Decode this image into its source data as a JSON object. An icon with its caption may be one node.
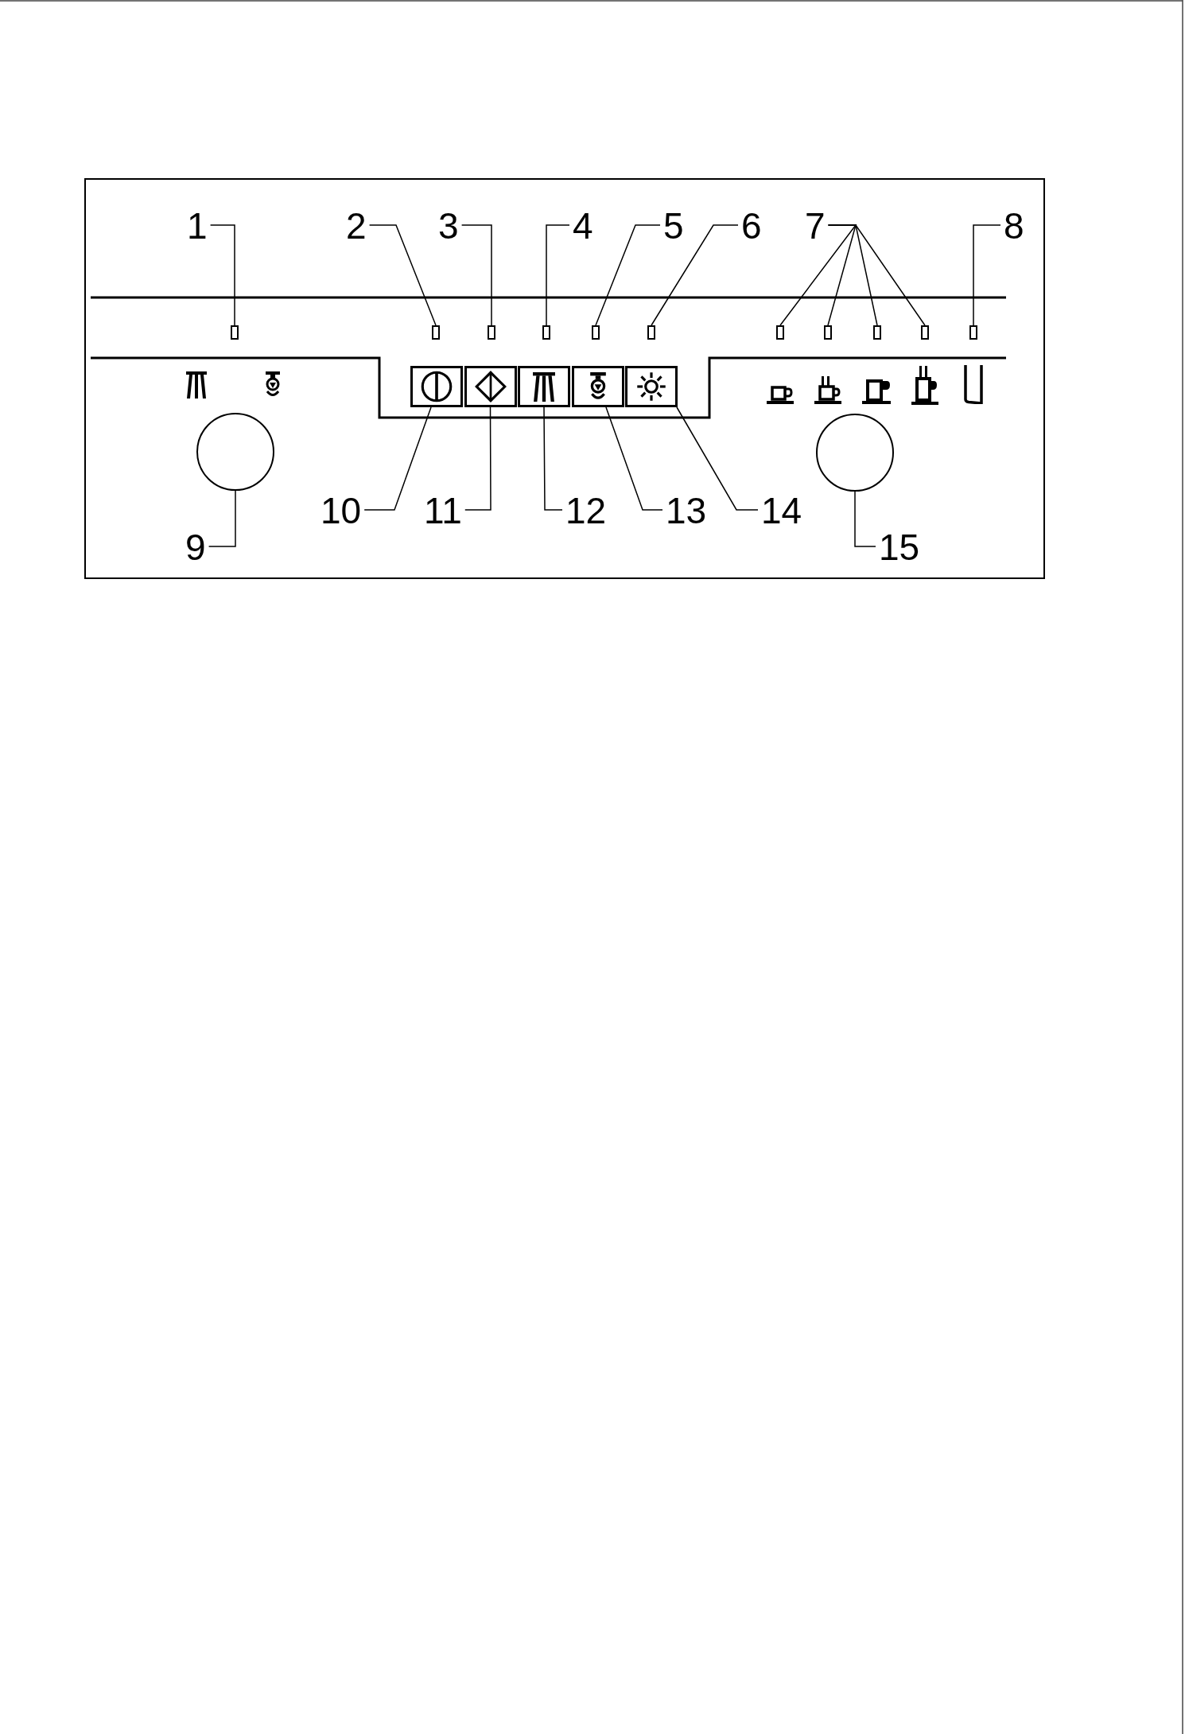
{
  "diagram": {
    "nodes": [
      {
        "text": [
          "1"
        ]
      },
      {
        "text": [
          "2"
        ]
      },
      {
        "text": [
          "3"
        ]
      },
      {
        "text": [
          "4"
        ]
      },
      {
        "text": [
          "5"
        ]
      },
      {
        "text": [
          "6"
        ]
      },
      {
        "text": [
          "7"
        ]
      },
      {
        "text": [
          "8"
        ]
      },
      {
        "text": [
          "9"
        ]
      },
      {
        "text": [
          "10"
        ]
      },
      {
        "text": [
          "11"
        ]
      },
      {
        "text": [
          "12"
        ]
      },
      {
        "text": [
          "13"
        ]
      },
      {
        "text": [
          "14"
        ]
      },
      {
        "text": [
          "15"
        ]
      },
      {
        "text": [],
        "shape": "box"
      },
      {
        "text": [],
        "shape": "box"
      },
      {
        "text": [],
        "shape": "box"
      },
      {
        "text": [],
        "shape": "box"
      },
      {
        "text": [],
        "shape": "box"
      },
      {
        "text": [],
        "shape": "box"
      },
      {
        "text": [],
        "shape": "box"
      },
      {
        "text": [],
        "shape": "box"
      },
      {
        "text": [],
        "shape": "box"
      },
      {
        "text": [],
        "shape": "box"
      },
      {
        "text": [],
        "shape": "box"
      },
      {
        "text": [],
        "shape": "circle"
      },
      {
        "text": [],
        "shape": "box"
      },
      {
        "text": [],
        "shape": "box"
      },
      {
        "text": [],
        "shape": "box"
      },
      {
        "text": [],
        "shape": "box"
      },
      {
        "text": [],
        "shape": "box"
      },
      {
        "text": [],
        "shape": "circle"
      }
    ],
    "edges": [
      {
        "from": 0,
        "to": 15,
        "arrow": "none"
      },
      {
        "from": 1,
        "to": 16,
        "arrow": "none"
      },
      {
        "from": 2,
        "to": 17,
        "arrow": "none"
      },
      {
        "from": 3,
        "to": 18,
        "arrow": "none"
      },
      {
        "from": 4,
        "to": 19,
        "arrow": "none"
      },
      {
        "from": 5,
        "to": 20,
        "arrow": "none"
      },
      {
        "from": 6,
        "to": 21,
        "arrow": "none"
      },
      {
        "from": 6,
        "to": 22,
        "arrow": "none"
      },
      {
        "from": 6,
        "to": 23,
        "arrow": "none"
      },
      {
        "from": 6,
        "to": 24,
        "arrow": "none"
      },
      {
        "from": 7,
        "to": 25,
        "arrow": "none"
      },
      {
        "from": 8,
        "to": 26,
        "arrow": "none"
      },
      {
        "from": 9,
        "to": 27,
        "arrow": "none"
      },
      {
        "from": 10,
        "to": 28,
        "arrow": "none"
      },
      {
        "from": 11,
        "to": 29,
        "arrow": "none"
      },
      {
        "from": 12,
        "to": 30,
        "arrow": "none"
      },
      {
        "from": 13,
        "to": 31,
        "arrow": "none"
      },
      {
        "from": 14,
        "to": 32,
        "arrow": "none"
      }
    ]
  }
}
